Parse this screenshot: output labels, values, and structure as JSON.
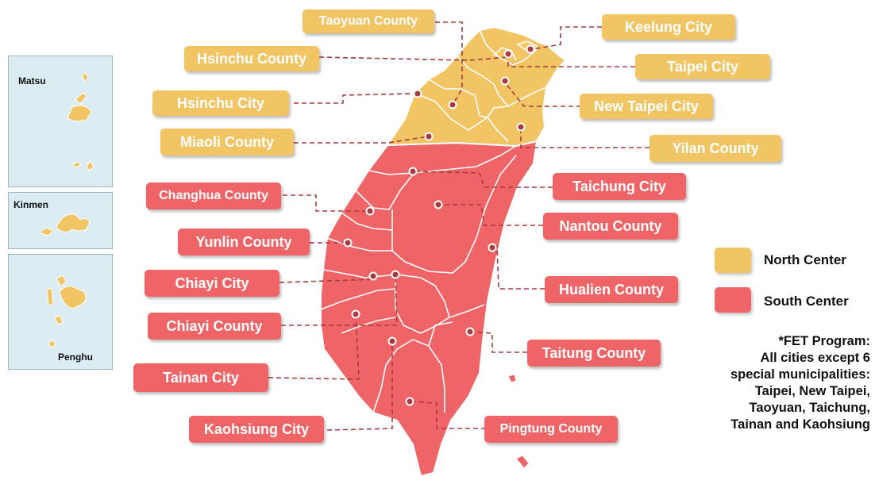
{
  "insets": {
    "matsu": "Matsu",
    "kinmen": "Kinmen",
    "penghu": "Penghu"
  },
  "regions": {
    "north_color": "#f1c464",
    "south_color": "#ee6467",
    "leader_color": "#a93b3e"
  },
  "labels": {
    "taoyuan_county": "Taoyuan County",
    "keelung_city": "Keelung City",
    "hsinchu_county": "Hsinchu County",
    "taipei_city": "Taipei City",
    "hsinchu_city": "Hsinchu City",
    "new_taipei_city": "New Taipei City",
    "miaoli_county": "Miaoli County",
    "yilan_county": "Yilan County",
    "taichung_city": "Taichung City",
    "changhua_county": "Changhua County",
    "nantou_county": "Nantou County",
    "yunlin_county": "Yunlin County",
    "chiayi_city": "Chiayi City",
    "hualien_county": "Hualien County",
    "chiayi_county": "Chiayi County",
    "taitung_county": "Taitung County",
    "tainan_city": "Tainan City",
    "kaohsiung_city": "Kaohsiung City",
    "pingtung_county": "Pingtung County"
  },
  "legend": {
    "north": "North Center",
    "south": "South Center"
  },
  "note": [
    "*FET Program:",
    "All cities except 6",
    "special municipalities:",
    "Taipei, New Taipei,",
    "Taoyuan, Taichung,",
    "Tainan and Kaohsiung"
  ]
}
